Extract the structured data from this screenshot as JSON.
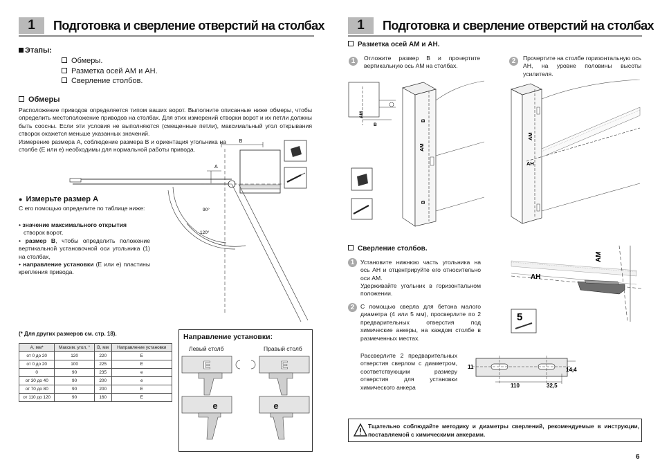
{
  "left": {
    "chapter_num": "1",
    "title": "Подготовка и сверление отверстий на столбах",
    "stages_heading": "Этапы:",
    "stages": [
      "Обмеры.",
      "Разметка осей АМ и АН.",
      "Сверление столбов."
    ],
    "measure_heading": "Обмеры",
    "measure_text": "Расположение приводов определяется типом ваших ворот. Выполните описанные ниже обмеры, чтобы определить местоположение приводов на столбах. Для этих измерений створки ворот и их петли должны быть соосны. Если эти условия не выполняются (смещенные петли), максимальный угол открывания створок окажется меньше указанных значений.",
    "measure_text2": "Измерение размера А, соблюдение размера В и ориентация угольника на столбе (Е или е) необходимы для нормальной работы привода.",
    "sizeA_heading": "Измерьте размер А",
    "sizeA_intro": "С его помощью определите по таблице ниже:",
    "bullets": [
      {
        "bold": "значение максимального открытия",
        "rest": "створок ворот,"
      },
      {
        "bold": "размер В",
        "rest": ", чтобы определить положение вертикальной установочной оси угольника (1) на столбах,"
      },
      {
        "bold": "направление установки",
        "rest": " (Е или е) пластины крепления привода."
      }
    ],
    "diagram_labels": {
      "b": "B",
      "a": "A",
      "deg90": "90°",
      "deg120": "120°"
    },
    "table_note": "(* Для других размеров см. стр. 18).",
    "table": {
      "headers": [
        "А, мм*",
        "Максим. угол, °",
        "В, мм",
        "Направление установки"
      ],
      "rows": [
        [
          "от 0 до 20",
          "120",
          "220",
          "E"
        ],
        [
          "от 0 до 20",
          "100",
          "225",
          "E"
        ],
        [
          "0",
          "90",
          "235",
          "e"
        ],
        [
          "от 30 до 40",
          "90",
          "200",
          "e"
        ],
        [
          "от 70 до 80",
          "90",
          "200",
          "E"
        ],
        [
          "от 110 до 120",
          "90",
          "160",
          "E"
        ]
      ]
    },
    "install_box": {
      "heading": "Направление установки:",
      "left_label": "Левый столб",
      "right_label": "Правый столб",
      "big_e": "E",
      "small_e": "e"
    }
  },
  "right": {
    "chapter_num": "1",
    "title": "Подготовка и сверление отверстий на столбах",
    "axes_heading": "Разметка осей АМ и АН",
    "step1_num": "1",
    "step1_text": "Отложите размер В и прочертите вертикальную ось АМ на столбах.",
    "step2_num": "2",
    "step2_text": "Прочертите на столбе горизонтальную ось АН, на уровне половины высоты усилителя.",
    "axis_labels": {
      "am": "AM",
      "ah": "AH",
      "b": "B"
    },
    "drill_heading": "Сверление столбов",
    "drill1_text": "Установите нижнюю часть угольника на ось АН и отцентрируйте его относительно оси АМ.",
    "drill1_text2": "Удерживайте угольник в горизонтальном положении.",
    "drill2_text": "С помощью сверла для бетона малого диаметра (4 или 5 мм), просверлите по 2 предварительных отверстия под химические анкеры, на каждом столбе в размеченных местах.",
    "drill3_text": "Рассверлите 2 предварительных отверстия сверлом с диаметром, соответствующим размеру отверстия для установки химического анкера",
    "drill_bit_size": "5",
    "dims": {
      "d11": "11",
      "d144": "14,4",
      "d110": "110",
      "d325": "32,5"
    },
    "warning": "Тщательно соблюдайте методику и диаметры сверлений, рекомендуемые в инструкции, поставляемой с химическими анкерами.",
    "page_number": "6"
  }
}
